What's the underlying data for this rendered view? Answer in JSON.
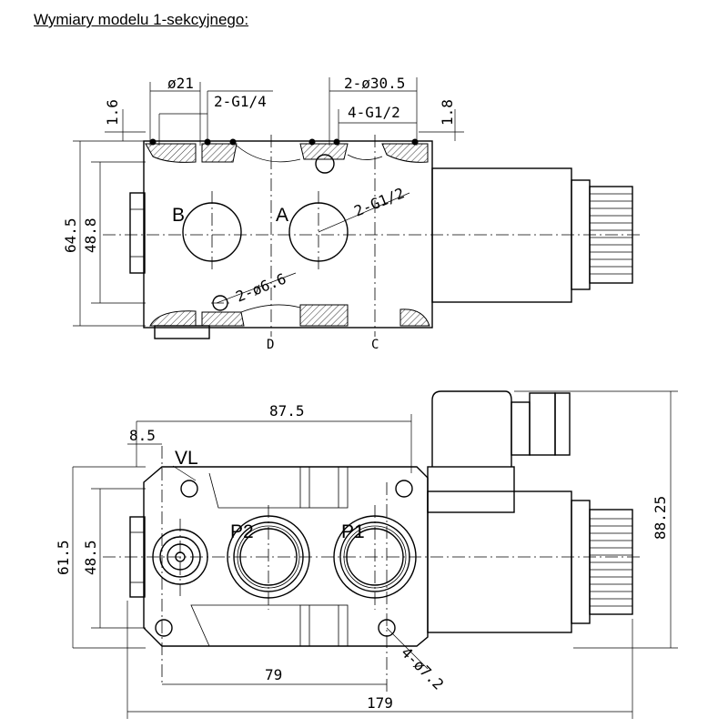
{
  "title": "Wymiary modelu 1-sekcyjnego:",
  "top_view": {
    "port_labels": {
      "b": "B",
      "a": "A"
    },
    "dims": {
      "d21": "ø21",
      "g14": "2-G1/4",
      "d305": "2-ø30.5",
      "g12_4": "4-G1/2",
      "t16": "1.6",
      "t18": "1.8",
      "h645": "64.5",
      "h488": "48.8",
      "g12_2": "2-G1/2",
      "d66": "2-ø6.6",
      "sec_d": "D",
      "sec_c": "C"
    }
  },
  "bottom_view": {
    "port_labels": {
      "vl": "VL",
      "p2": "P2",
      "p1": "P1"
    },
    "dims": {
      "w875": "87.5",
      "w85": "8.5",
      "h615": "61.5",
      "h485": "48.5",
      "h8825": "88.25",
      "w79": "79",
      "w179": "179",
      "d72": "4-ø7.2"
    }
  }
}
